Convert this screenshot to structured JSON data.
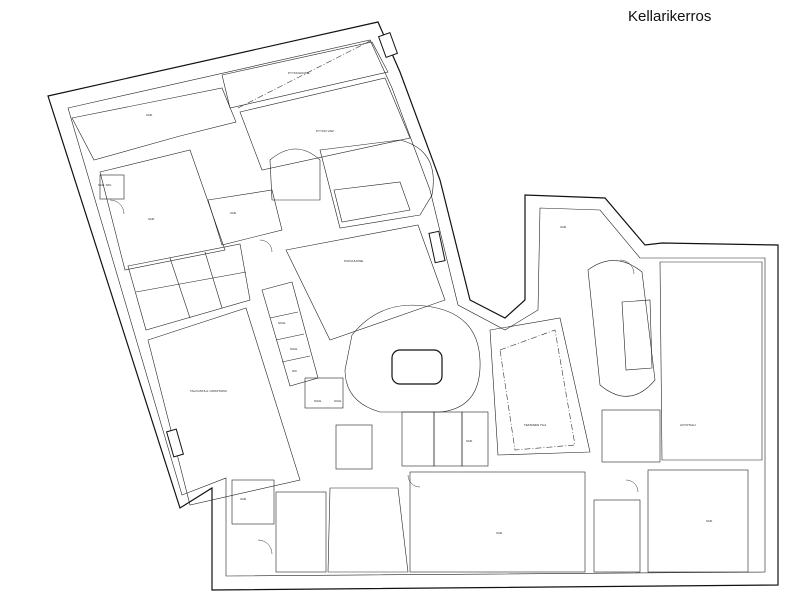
{
  "title": "Kellarikerros",
  "labels": {
    "l1": "PYYKKIHUONE",
    "l2": "PYYKKI VAR.",
    "l3": "VAR.",
    "l4": "VAR. SIIV.",
    "l5": "VAR.",
    "l6": "VAR.",
    "l7": "PUKUHUONE",
    "l8": "TALOUSTILA / MONITOIMI",
    "l9": "SUIH.",
    "l10": "SUIH.",
    "l11": "WC",
    "l12": "SUIH.",
    "l13": "SUIH.",
    "l14": "VAR.",
    "l15": "TEKNINEN TILA",
    "l16": "VAR.",
    "l17": "AUTOTALLI",
    "l18": "VAR.",
    "l19": "VAR.",
    "l20": "VAR."
  }
}
